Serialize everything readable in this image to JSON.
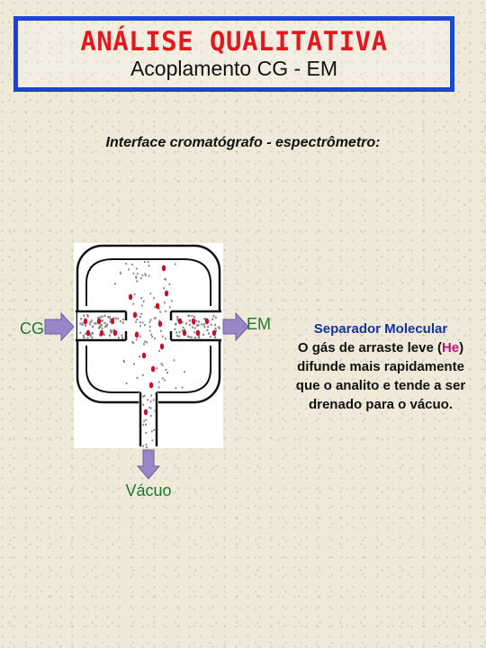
{
  "title": {
    "main": "ANÁLISE QUALITATIVA",
    "sub": "Acoplamento CG - EM"
  },
  "subheading": "Interface cromatógrafo - espectrômetro:",
  "diagram": {
    "labels": {
      "left": "CG",
      "right": "EM",
      "bottom": "Vácuo"
    },
    "colors": {
      "arrow": "#9a86c6",
      "left_label": "#1d7a2a",
      "bottom_label": "#1d7a2a",
      "particle_red": "#c8102e",
      "particle_gray": "#8a8a8a"
    }
  },
  "description": {
    "title": "Separador Molecular",
    "line_pre": "O gás de arraste leve (",
    "he": "He",
    "line_post": ") difunde mais rapidamente que o analito e tende a ser drenado para o vácuo."
  }
}
